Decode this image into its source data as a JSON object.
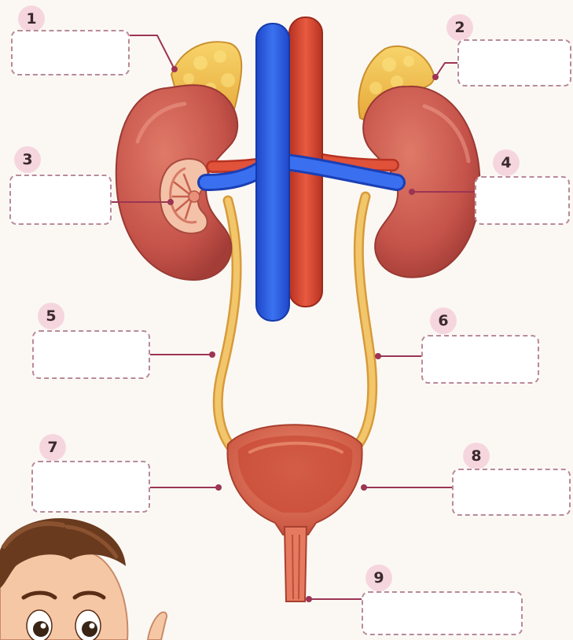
{
  "labels": [
    {
      "number": "1"
    },
    {
      "number": "2"
    },
    {
      "number": "3"
    },
    {
      "number": "4"
    },
    {
      "number": "5"
    },
    {
      "number": "6"
    },
    {
      "number": "7"
    },
    {
      "number": "8"
    },
    {
      "number": "9"
    }
  ],
  "colors": {
    "vein": "#2e5fe0",
    "artery": "#d9402c",
    "kidney": "#c9584b",
    "adrenal_gland": "#f0c04a",
    "ureter": "#f2c66a",
    "bladder": "#e0705a",
    "leader_line": "#9c3554",
    "badge": "#f6d6de"
  }
}
